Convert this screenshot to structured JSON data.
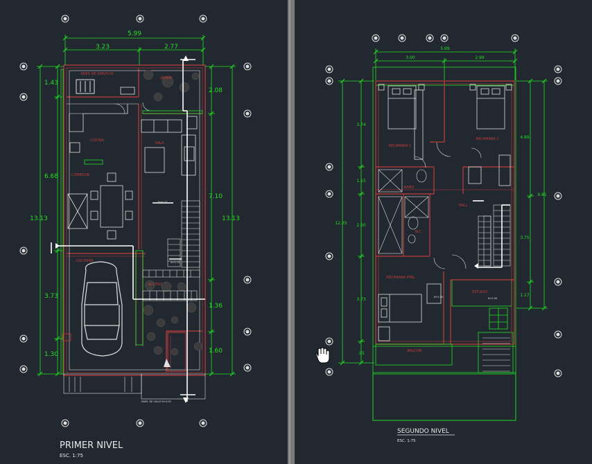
{
  "plan_1": {
    "title": "PRIMER NIVEL",
    "scale": "ESC. 1:75",
    "dims_top": {
      "overall": "5.99",
      "left": "3.23",
      "right": "2.77"
    },
    "dims_left": {
      "total": "13.13",
      "d1": "1.43",
      "d2": "6.68",
      "d3": "3.73",
      "d4": "1.30"
    },
    "dims_right": {
      "total": "13.13",
      "d1": "2.08",
      "d2": "7.10",
      "d3": "1.36",
      "d4": "1.60"
    },
    "rooms": {
      "patio": "AREA DE SERVICIO",
      "jardin": "JARDIN",
      "cocina": "COCINA",
      "sala": "SALA",
      "comedor": "COMEDOR",
      "cochera": "COCHERA",
      "acceso": "ACCESO"
    },
    "notes": {
      "nivel": "NIVEL DE CALLE N+0.00",
      "level1": "N+0.15",
      "level2": "N+0.15"
    }
  },
  "plan_2": {
    "title": "SEGUNDO NIVEL",
    "scale": "ESC. 1:75",
    "dims_top": {
      "overall": "5.99",
      "left": "3.00",
      "right": "2.99"
    },
    "dims_left": {
      "total": "12.25",
      "d1": "3.74",
      "d2": "1.15",
      "d3": "2.60",
      "d4": "3.73",
      "d5": ".95"
    },
    "dims_right": {
      "total": "9.81",
      "d1": "4.89",
      "d2": "3.75",
      "d3": "1.17"
    },
    "rooms": {
      "rec1": "RECAMARA 1",
      "rec2": "RECAMARA 2",
      "ppal": "RECAMARA PPAL",
      "bano": "BAÑO",
      "vest": "W.C.",
      "hall": "HALL",
      "estudio": "ESTUDIO",
      "balcon": "BALCON"
    },
    "notes": {
      "level1": "N+2.90",
      "level2": "N+2.90"
    }
  },
  "colors": {
    "background": "#212830",
    "dimension": "#22e222",
    "wall": "#c43c3c",
    "line": "#e0e0e0"
  }
}
